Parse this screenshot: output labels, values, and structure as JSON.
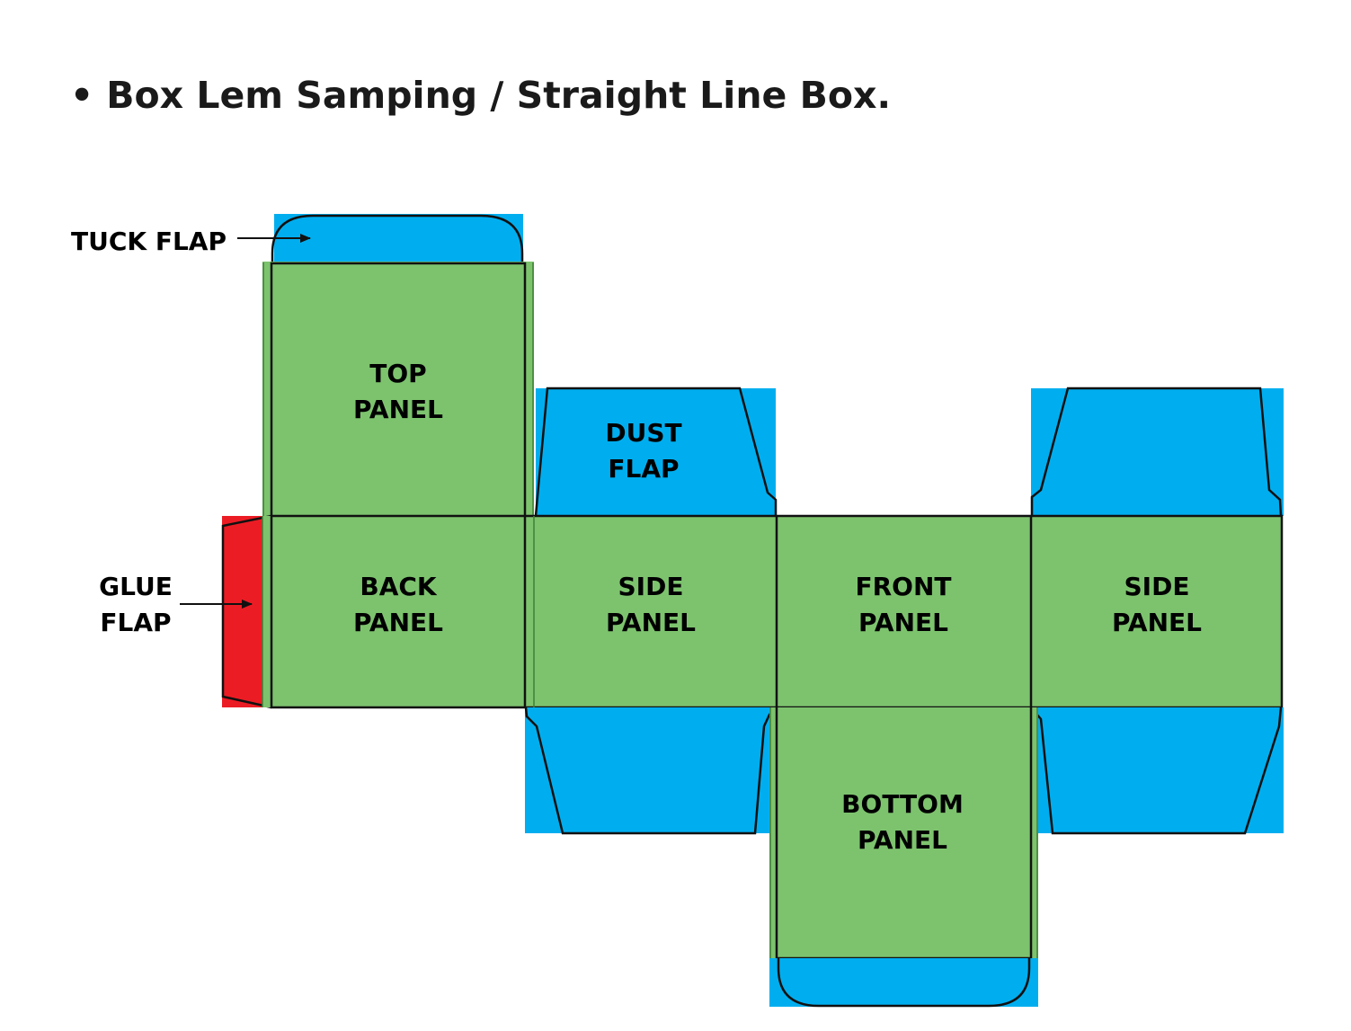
{
  "heading": {
    "bullet": "•",
    "text": "Box Lem Samping / Straight Line Box."
  },
  "colors": {
    "panel_green": "#7dc36e",
    "flap_blue": "#00aeef",
    "glue_red": "#ec1c24",
    "outline": "#111111"
  },
  "callouts": {
    "tuck_flap": "TUCK FLAP",
    "glue_flap_line1": "GLUE",
    "glue_flap_line2": "FLAP"
  },
  "panels": {
    "top": [
      "TOP",
      "PANEL"
    ],
    "dust_flap": [
      "DUST",
      "FLAP"
    ],
    "back": [
      "BACK",
      "PANEL"
    ],
    "side_left": [
      "SIDE",
      "PANEL"
    ],
    "front": [
      "FRONT",
      "PANEL"
    ],
    "side_right": [
      "SIDE",
      "PANEL"
    ],
    "bottom": [
      "BOTTOM",
      "PANEL"
    ]
  }
}
